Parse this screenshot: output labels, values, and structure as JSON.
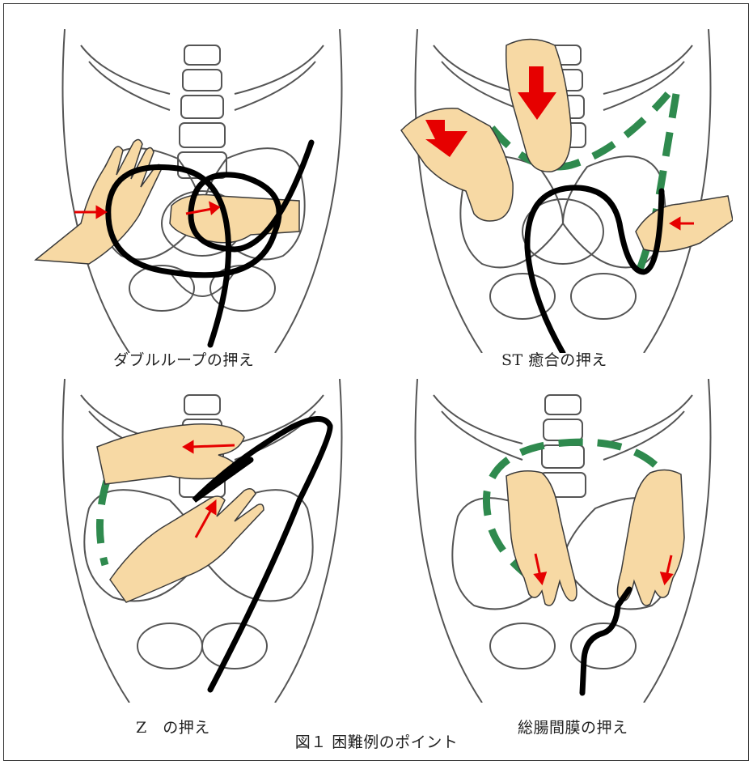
{
  "figure": {
    "title": "図１ 困難例のポイント",
    "panels": [
      {
        "caption": "ダブルループの押え"
      },
      {
        "caption": "ST 癒合の押え"
      },
      {
        "caption": "Z　の押え"
      },
      {
        "caption": "総腸間膜の押え"
      }
    ]
  },
  "colors": {
    "scope": "#000000",
    "hand_fill": "#f7d9a4",
    "hand_stroke": "#3a3a3a",
    "arrow": "#e60000",
    "dashed_colon": "#2f8a4e",
    "bone_line": "#555555"
  },
  "icons": [
    "skeleton-pelvis-icon",
    "hand-icon",
    "scope-path-icon",
    "push-arrow-icon",
    "colon-outline-icon"
  ]
}
